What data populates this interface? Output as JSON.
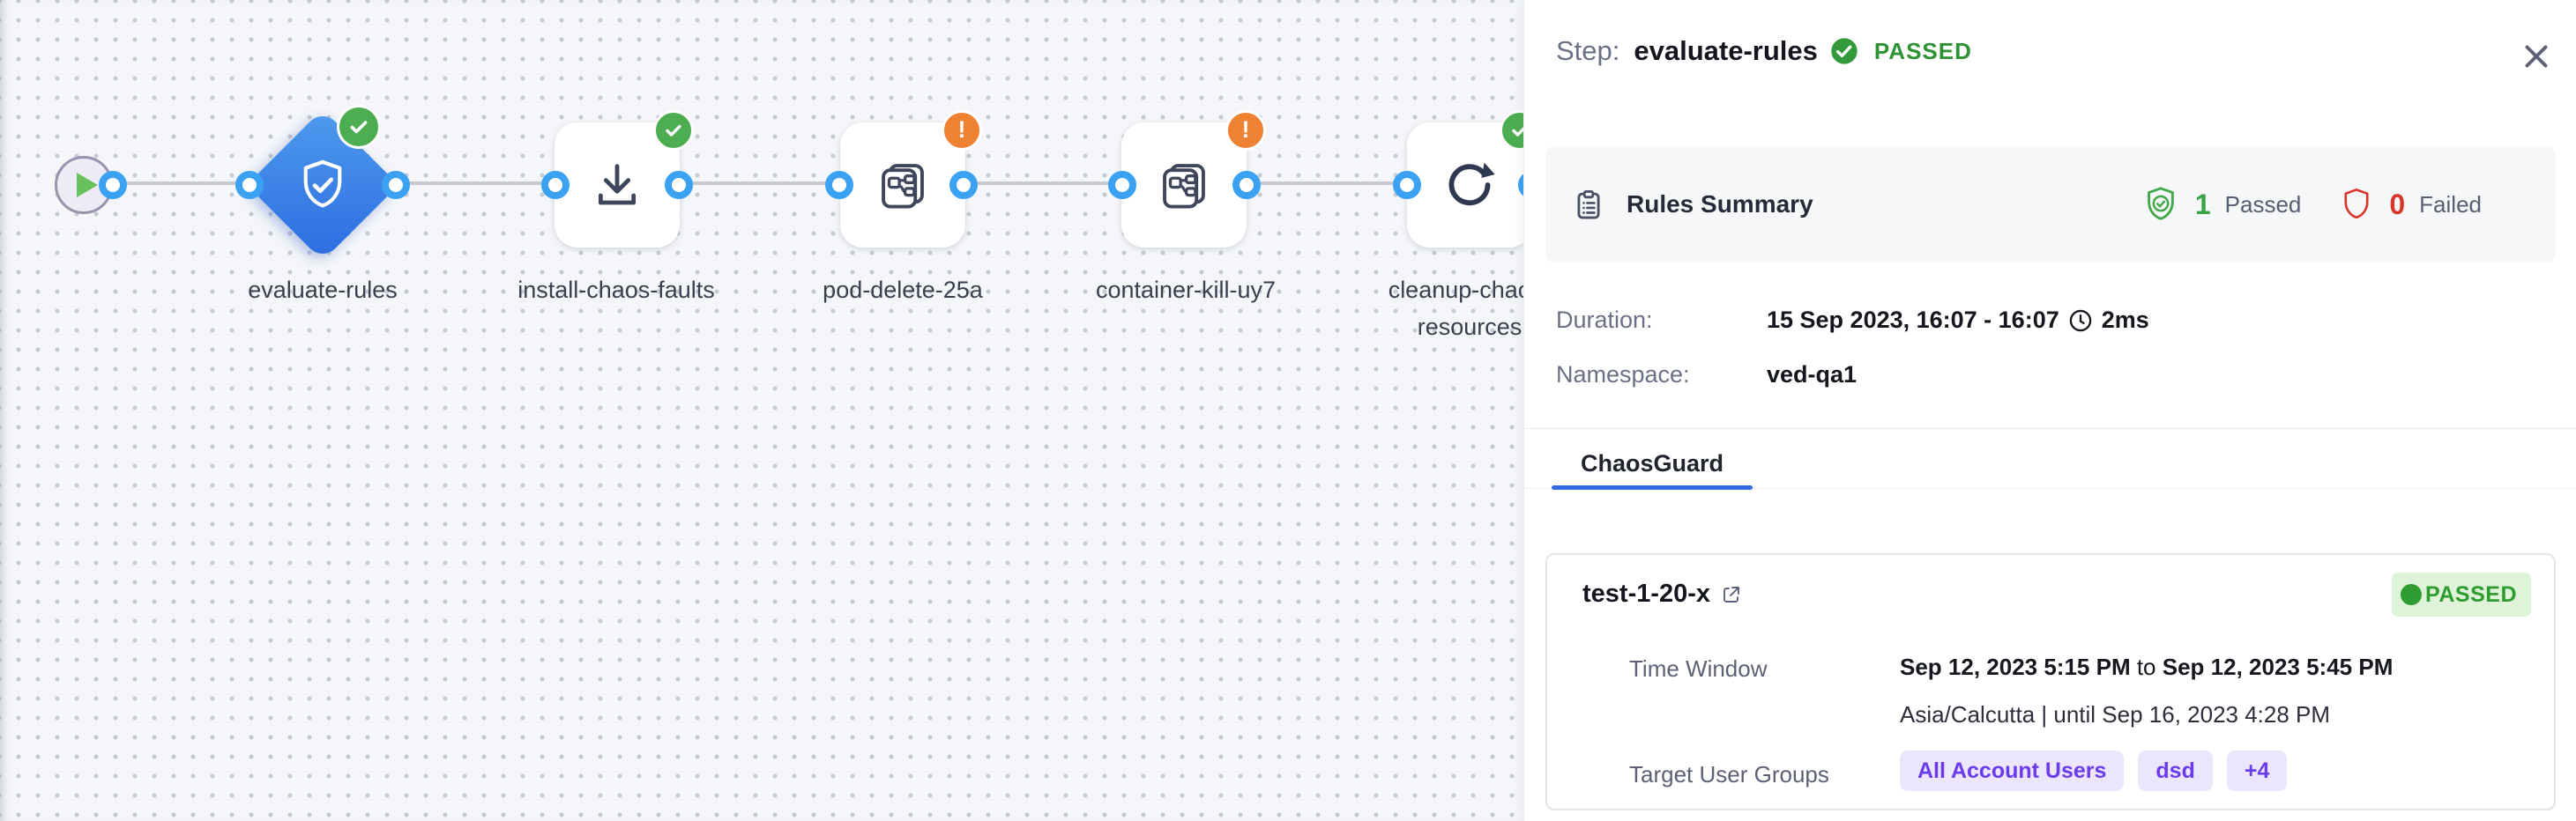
{
  "canvas": {
    "nodes": [
      {
        "id": "start",
        "label": ""
      },
      {
        "id": "evaluate-rules",
        "label": "evaluate-rules",
        "status": "passed"
      },
      {
        "id": "install-chaos-faults",
        "label": "install-chaos-faults",
        "status": "passed"
      },
      {
        "id": "pod-delete-25a",
        "label": "pod-delete-25a",
        "status": "warning"
      },
      {
        "id": "container-kill-uy7",
        "label": "container-kill-uy7",
        "status": "warning"
      },
      {
        "id": "cleanup-chaos-resources",
        "label": "cleanup-chaos-resources",
        "status": "passed"
      }
    ]
  },
  "panel": {
    "header": {
      "prefix": "Step:",
      "title": "evaluate-rules",
      "status": "PASSED"
    },
    "rules_summary": {
      "title": "Rules Summary",
      "passed_count": "1",
      "passed_label": "Passed",
      "failed_count": "0",
      "failed_label": "Failed"
    },
    "details": {
      "duration_label": "Duration:",
      "duration_value": "15 Sep 2023, 16:07 - 16:07",
      "duration_elapsed": "2ms",
      "namespace_label": "Namespace:",
      "namespace_value": "ved-qa1"
    },
    "tab": {
      "label": "ChaosGuard"
    },
    "guard_card": {
      "name": "test-1-20-x",
      "status": "PASSED",
      "time_window_label": "Time Window",
      "time_start": "Sep 12, 2023 5:15 PM",
      "time_join": " to ",
      "time_end": "Sep 12, 2023 5:45 PM",
      "timezone_line": "Asia/Calcutta | until Sep 16, 2023 4:28 PM",
      "target_label": "Target User Groups",
      "groups": [
        "All Account Users",
        "dsd",
        "+4"
      ]
    }
  },
  "colors": {
    "accent_blue": "#2c6ce1",
    "port_blue": "#3ba2f3",
    "success_green": "#2f9c31",
    "warning_orange": "#ee8132",
    "fail_red": "#d8352b",
    "purple_chip": "#6a3cec"
  }
}
